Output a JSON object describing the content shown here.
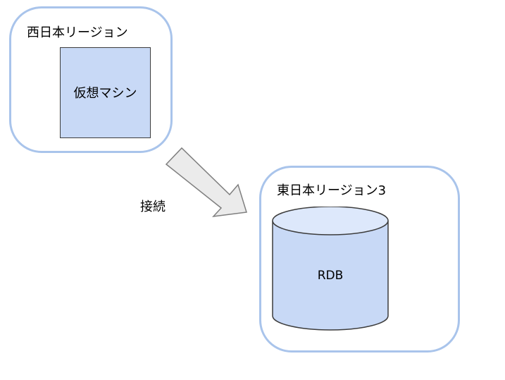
{
  "diagram": {
    "regions": {
      "west": {
        "label": "西日本リージョン"
      },
      "east": {
        "label": "東日本リージョン3"
      }
    },
    "vm": {
      "label": "仮想マシン"
    },
    "database": {
      "label": "RDB"
    },
    "connection": {
      "label": "接続"
    }
  },
  "colors": {
    "region_border": "#a9c4eb",
    "node_fill": "#c8d9f6",
    "db_top_fill": "#dde8fb",
    "node_stroke": "#3c3c3c",
    "arrow_fill": "#ebebeb",
    "arrow_stroke": "#7f7f7f"
  }
}
